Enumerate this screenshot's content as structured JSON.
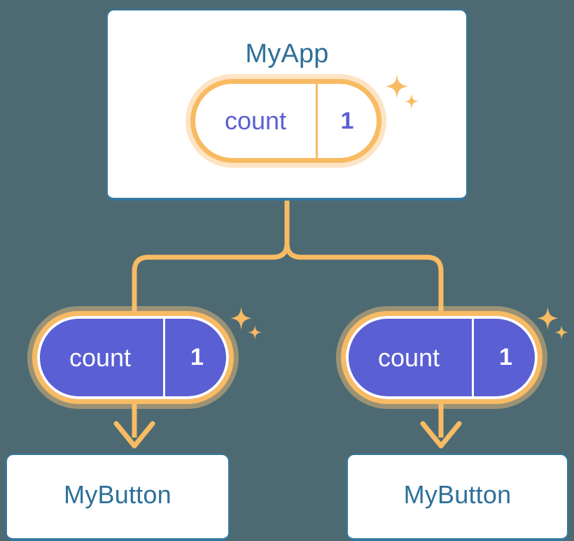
{
  "theme": {
    "background": "#4d6a72",
    "card_border": "#35789f",
    "card_fill": "#ffffff",
    "title_text": "#2e7099",
    "pill_border": "#f8bb63",
    "pill_glow": "#fac47d",
    "pill_solid_fill": "#5b5fd4",
    "pill_light_text": "#5b5fd4",
    "pill_solid_text": "#ffffff",
    "connector": "#f8bb63",
    "sparkle": "#f8bb63"
  },
  "diagram": {
    "type": "component-tree",
    "root": {
      "title": "MyApp",
      "state": {
        "key": "count",
        "value": "1"
      }
    },
    "children": [
      {
        "title": "MyButton",
        "state": {
          "key": "count",
          "value": "1"
        }
      },
      {
        "title": "MyButton",
        "state": {
          "key": "count",
          "value": "1"
        }
      }
    ],
    "edges": [
      {
        "from": "MyApp",
        "to": "count-pill-left"
      },
      {
        "from": "MyApp",
        "to": "count-pill-right"
      },
      {
        "from": "count-pill-left",
        "to": "MyButton-left"
      },
      {
        "from": "count-pill-right",
        "to": "MyButton-right"
      }
    ]
  },
  "icons": {
    "sparkle_large": "four-point-star",
    "sparkle_small": "four-point-star"
  }
}
